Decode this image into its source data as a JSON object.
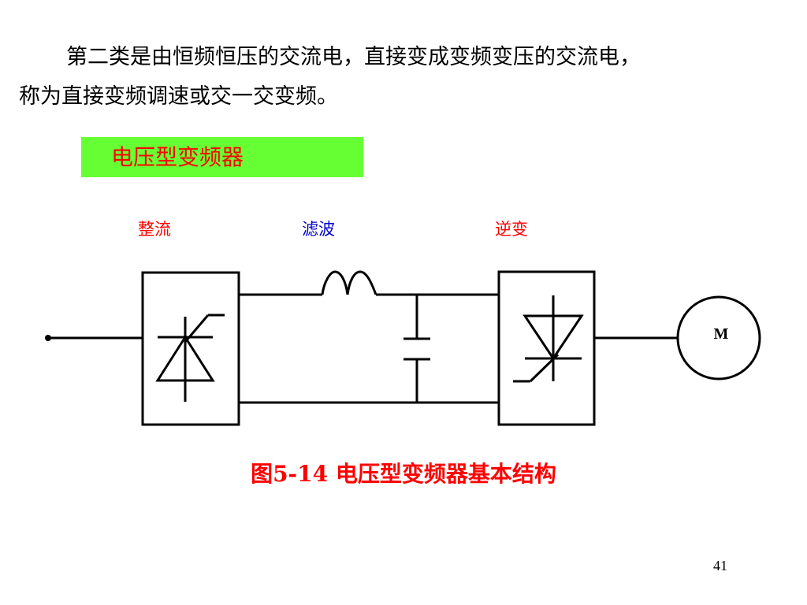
{
  "text": {
    "line1": "第二类是由恒频恒压的交流电，直接变成变频变压的交流电，",
    "line2": "称为直接变频调速或交一交变频。"
  },
  "tag_label": "电压型变频器",
  "diagram": {
    "stage_labels": {
      "rectifier": "整流",
      "filter": "滤波",
      "inverter": "逆变"
    },
    "motor_label": "M"
  },
  "caption": "图5-14 电压型变频器基本结构",
  "page_number": "41",
  "colors": {
    "tag_background": "#66ff33",
    "red": "#ff0000",
    "blue": "#0000cc"
  }
}
